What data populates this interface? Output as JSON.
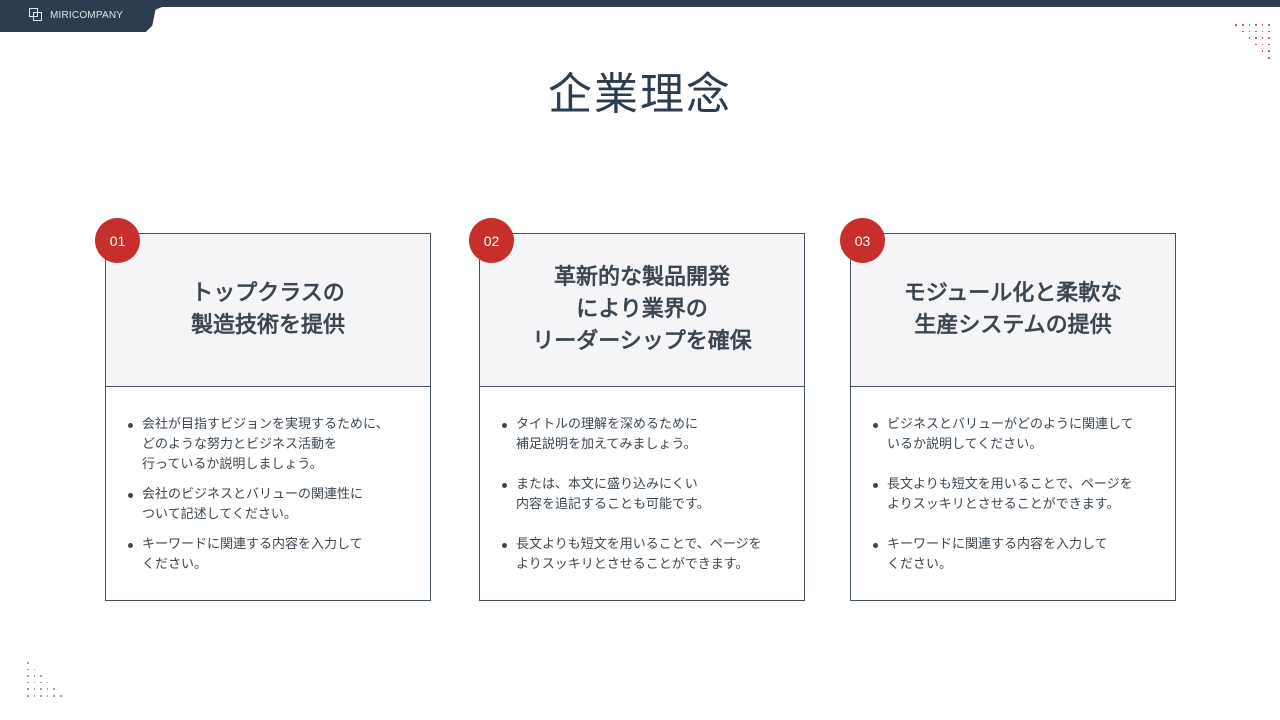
{
  "header": {
    "brand_name": "MIRICOMPANY",
    "brand_icon": "overlapping-squares-icon",
    "bar_color": "#2b3d4f"
  },
  "page": {
    "title": "企業理念"
  },
  "accent_color": "#c62f2b",
  "cards": [
    {
      "number": "01",
      "title": "トップクラスの\n製造技術を提供",
      "bullets": [
        "会社が目指すビジョンを実現するために、\nどのような努力とビジネス活動を\n行っているか説明しましょう。",
        "会社のビジネスとバリューの関連性に\nついて記述してください。",
        "キーワードに関連する内容を入力して\nください。"
      ]
    },
    {
      "number": "02",
      "title": "革新的な製品開発\nにより業界の\nリーダーシップを確保",
      "bullets": [
        "タイトルの理解を深めるために\n補足説明を加えてみましょう。",
        "または、本文に盛り込みにくい\n内容を追記することも可能です。",
        "長文よりも短文を用いることで、ページを\nよりスッキリとさせることができます。"
      ]
    },
    {
      "number": "03",
      "title": "モジュール化と柔軟な\n生産システムの提供",
      "bullets": [
        "ビジネスとバリューがどのように関連して\nいるか説明してください。",
        "長文よりも短文を用いることで、ページを\nよりスッキリとさせることができます。",
        "キーワードに関連する内容を入力して\nください。"
      ]
    }
  ]
}
